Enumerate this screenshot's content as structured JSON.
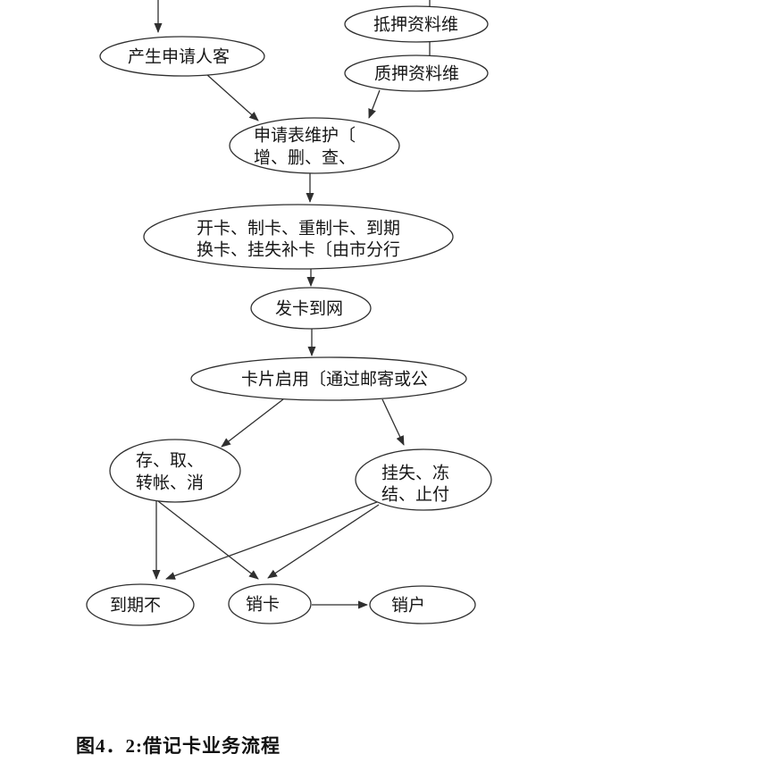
{
  "page": {
    "background": "#ffffff",
    "caption": "图4．2:借记卡业务流程"
  },
  "colors": {
    "line": "#2f2f2f",
    "text": "#161616",
    "caption_text": "#111111"
  },
  "flowchart": {
    "nodes": [
      {
        "id": "generate-applicant",
        "lines": [
          "产生申请人客"
        ]
      },
      {
        "id": "mortgage-data-maintenance",
        "lines": [
          "抵押资料维"
        ]
      },
      {
        "id": "pledge-data-maintenance",
        "lines": [
          "质押资料维"
        ]
      },
      {
        "id": "application-form-maintenance",
        "lines": [
          "申请表维护〔",
          "增、删、查、"
        ]
      },
      {
        "id": "card-operations",
        "lines": [
          "开卡、制卡、重制卡、到期",
          "换卡、挂失补卡〔由市分行"
        ]
      },
      {
        "id": "card-to-network",
        "lines": [
          "发卡到网"
        ]
      },
      {
        "id": "card-activation",
        "lines": [
          "卡片启用〔通过邮寄或公"
        ]
      },
      {
        "id": "deposit-withdraw-transfer",
        "lines": [
          "存、取、",
          "转帐、消"
        ]
      },
      {
        "id": "loss-freeze-stop-payment",
        "lines": [
          "挂失、冻",
          "结、止付"
        ]
      },
      {
        "id": "expired-not",
        "lines": [
          "到期不"
        ]
      },
      {
        "id": "cancel-card",
        "lines": [
          "销卡"
        ]
      },
      {
        "id": "cancel-account",
        "lines": [
          "销户"
        ]
      }
    ],
    "edges": [
      {
        "from": "offscreen-top",
        "to": "generate-applicant",
        "arrow": true
      },
      {
        "from": "offscreen-top",
        "to": "mortgage-data-maintenance",
        "arrow": false
      },
      {
        "from": "mortgage-data-maintenance",
        "to": "pledge-data-maintenance",
        "arrow": false
      },
      {
        "from": "generate-applicant",
        "to": "application-form-maintenance",
        "arrow": true
      },
      {
        "from": "pledge-data-maintenance",
        "to": "application-form-maintenance",
        "arrow": true
      },
      {
        "from": "application-form-maintenance",
        "to": "card-operations",
        "arrow": true
      },
      {
        "from": "card-operations",
        "to": "card-to-network",
        "arrow": true
      },
      {
        "from": "card-to-network",
        "to": "card-activation",
        "arrow": true
      },
      {
        "from": "card-activation",
        "to": "deposit-withdraw-transfer",
        "arrow": true
      },
      {
        "from": "card-activation",
        "to": "loss-freeze-stop-payment",
        "arrow": true
      },
      {
        "from": "deposit-withdraw-transfer",
        "to": "expired-not",
        "arrow": true
      },
      {
        "from": "deposit-withdraw-transfer",
        "to": "cancel-card",
        "arrow": true
      },
      {
        "from": "loss-freeze-stop-payment",
        "to": "expired-not",
        "arrow": true
      },
      {
        "from": "loss-freeze-stop-payment",
        "to": "cancel-card",
        "arrow": true
      },
      {
        "from": "cancel-card",
        "to": "cancel-account",
        "arrow": true
      }
    ]
  }
}
